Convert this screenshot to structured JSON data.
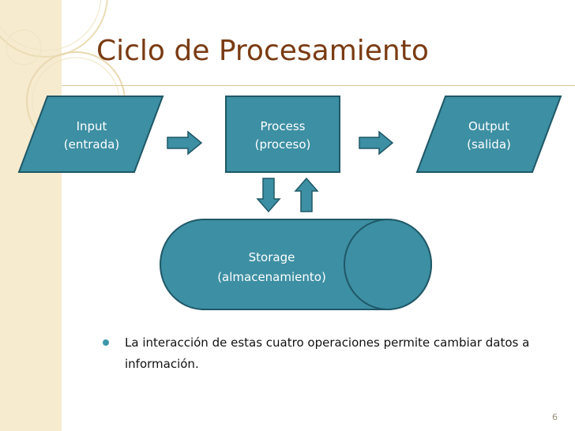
{
  "slide": {
    "title": "Ciclo de Procesamiento",
    "page_number": "6"
  },
  "diagram": {
    "input": {
      "line1": "Input",
      "line2": "(entrada)"
    },
    "process": {
      "line1": "Process",
      "line2": "(proceso)"
    },
    "output": {
      "line1": "Output",
      "line2": "(salida)"
    },
    "storage": {
      "line1": "Storage",
      "line2": "(almacenamiento)"
    }
  },
  "bullets": [
    "La interacción de estas cuatro operaciones permite cambiar datos a información."
  ],
  "colors": {
    "shape_fill": "#3d8fa3",
    "shape_stroke": "#1f5867",
    "title": "#7a3b13",
    "accent_strip": "#f6ebcf"
  }
}
